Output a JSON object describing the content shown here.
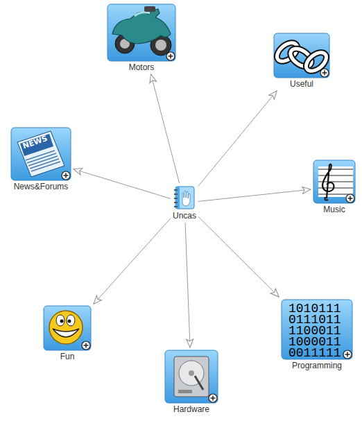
{
  "diagram": {
    "nodes": [
      {
        "text": [
          "Uncas"
        ]
      },
      {
        "text": [
          "Motors"
        ]
      },
      {
        "text": [
          "Useful"
        ]
      },
      {
        "text": [
          "News&Forums"
        ]
      },
      {
        "text": [
          "Music"
        ]
      },
      {
        "text": [
          "Fun"
        ]
      },
      {
        "text": [
          "Hardware"
        ]
      },
      {
        "text": [
          "Programming"
        ]
      }
    ],
    "edges": [
      {
        "from": 0,
        "to": 1,
        "arrow": "to"
      },
      {
        "from": 0,
        "to": 2,
        "arrow": "to"
      },
      {
        "from": 0,
        "to": 3,
        "arrow": "to"
      },
      {
        "from": 0,
        "to": 4,
        "arrow": "to"
      },
      {
        "from": 0,
        "to": 5,
        "arrow": "to"
      },
      {
        "from": 0,
        "to": 6,
        "arrow": "to"
      },
      {
        "from": 0,
        "to": 7,
        "arrow": "to"
      }
    ],
    "labels": [
      "NEWS",
      "1010111 0111011 1100011 1000011 0011111"
    ]
  }
}
